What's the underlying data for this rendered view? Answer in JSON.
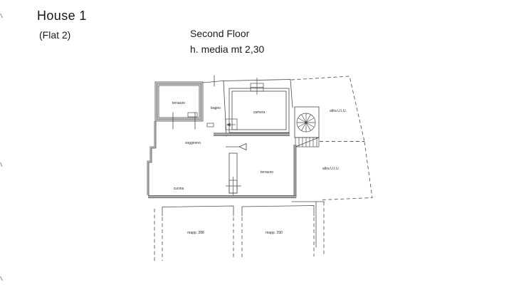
{
  "header": {
    "title": "House 1",
    "subtitle": "(Flat 2)"
  },
  "plan": {
    "title": "Second Floor",
    "height_note": "h. media mt 2,30",
    "rooms": [
      {
        "id": "terrazzo-nw",
        "label": "terrazzo"
      },
      {
        "id": "bagno",
        "label": "bagno"
      },
      {
        "id": "camera",
        "label": "camera"
      },
      {
        "id": "soggiorno",
        "label": "soggiorno"
      },
      {
        "id": "cucina",
        "label": "cucina"
      },
      {
        "id": "terrazzo-center",
        "label": "terrazzo"
      },
      {
        "id": "altra-uiu-top",
        "label": "altra U.I.U."
      },
      {
        "id": "altra-uiu-bottom",
        "label": "altra U.I.U."
      },
      {
        "id": "mapp-288",
        "label": "mapp. 288"
      },
      {
        "id": "mapp-290",
        "label": "mapp. 290"
      }
    ],
    "symbols": [
      {
        "name": "spiral-staircase"
      },
      {
        "name": "staircase-hatch"
      },
      {
        "name": "entrance-arrow"
      },
      {
        "name": "window-marker"
      },
      {
        "name": "door-marker"
      }
    ],
    "colors": {
      "background": "#ffffff",
      "wall_dark": "#4a4a4a",
      "wall_gray": "#a8a8a8",
      "dashed_boundary": "#5a5a5a",
      "text": "#1b1b1b"
    }
  }
}
